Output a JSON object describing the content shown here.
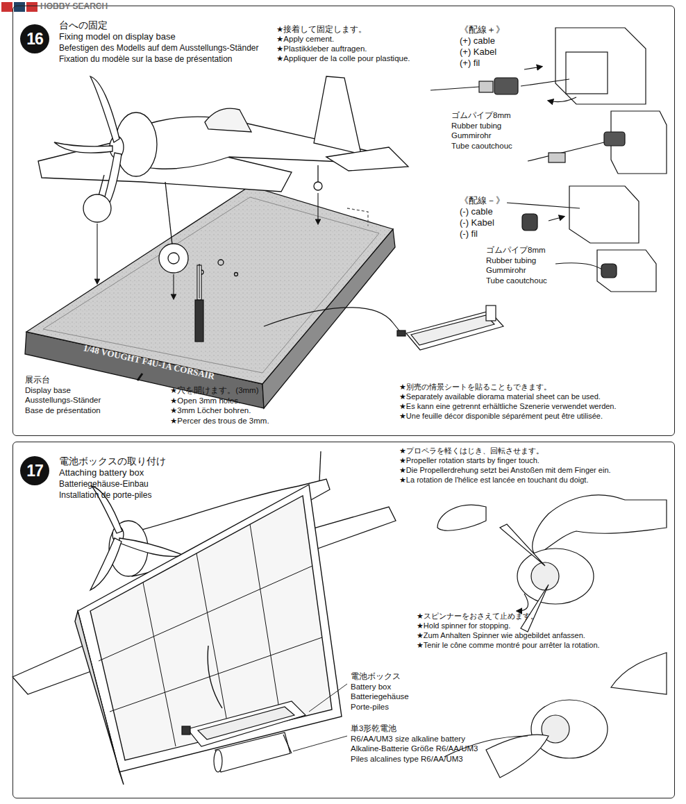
{
  "diagram": {
    "nodes": [
      {
        "text": [
          "台への固定",
          "Fixing model on display base",
          "Befestigen des Modells auf dem Ausstellungs-Ständer",
          "Fixation du modèle sur la base de présentation"
        ]
      },
      {
        "text": [
          "16"
        ],
        "in": 0
      },
      {
        "text": [
          "電池ボックスの取り付け",
          "Attaching battery box",
          "Batteriegehäuse-Einbau",
          "Installation de porte-piles"
        ]
      },
      {
        "text": [
          "17"
        ],
        "in": 2
      }
    ],
    "labels": [
      "HOBBY SEARCH",
      "★接着して固定します。",
      "★Apply cement.",
      "★Plastikkleber auftragen.",
      "★Appliquer de la colle pour plastique.",
      "《配線＋》",
      "(+) cable",
      "(+) Kabel",
      "(+) fil",
      "ゴムパイプ8mm",
      "Rubber tubing",
      "Gummirohr",
      "Tube caoutchouc",
      "《配線－》",
      "(-) cable",
      "(-) Kabel",
      "(-) fil",
      "ゴムパイプ8mm",
      "Rubber tubing",
      "Gummirohr",
      "Tube caoutchouc",
      "1/48 VOUGHT F4U-1A CORSAIR",
      "展示台",
      "Display base",
      "Ausstellungs-Ständer",
      "Base de présentation",
      "★穴を開けます。(3mm)",
      "★Open 3mm holes.",
      "★3mm Löcher bohren.",
      "★Percer des trous de 3mm.",
      "★別売の情景シートを貼ることもできます。",
      "★Separately available diorama material sheet can be used.",
      "★Es kann eine getrennt erhältliche Szenerie verwendet werden.",
      "★Une feuille décor disponible séparément peut être utilisée.",
      "★プロペラを軽くはじき、回転させます。",
      "★Propeller rotation starts by finger touch.",
      "★Die Propellerdrehung setzt bei Anstoßen mit dem Finger ein.",
      "★La rotation de l'hélice est lancée en touchant du doigt.",
      "★スピンナーをおさえて止めます。",
      "★Hold spinner for stopping.",
      "★Zum Anhalten Spinner wie abgebildet anfassen.",
      "★Tenir le cône comme montré pour arrêter la rotation.",
      "電池ボックス",
      "Battery box",
      "Batteriegehäuse",
      "Porte-piles",
      "単3形乾電池",
      "R6/AA/UM3 size alkaline battery",
      "Alkaline-Batterie Größe R6/AA/UM3",
      "Piles alcalines type R6/AA/UM3"
    ]
  }
}
